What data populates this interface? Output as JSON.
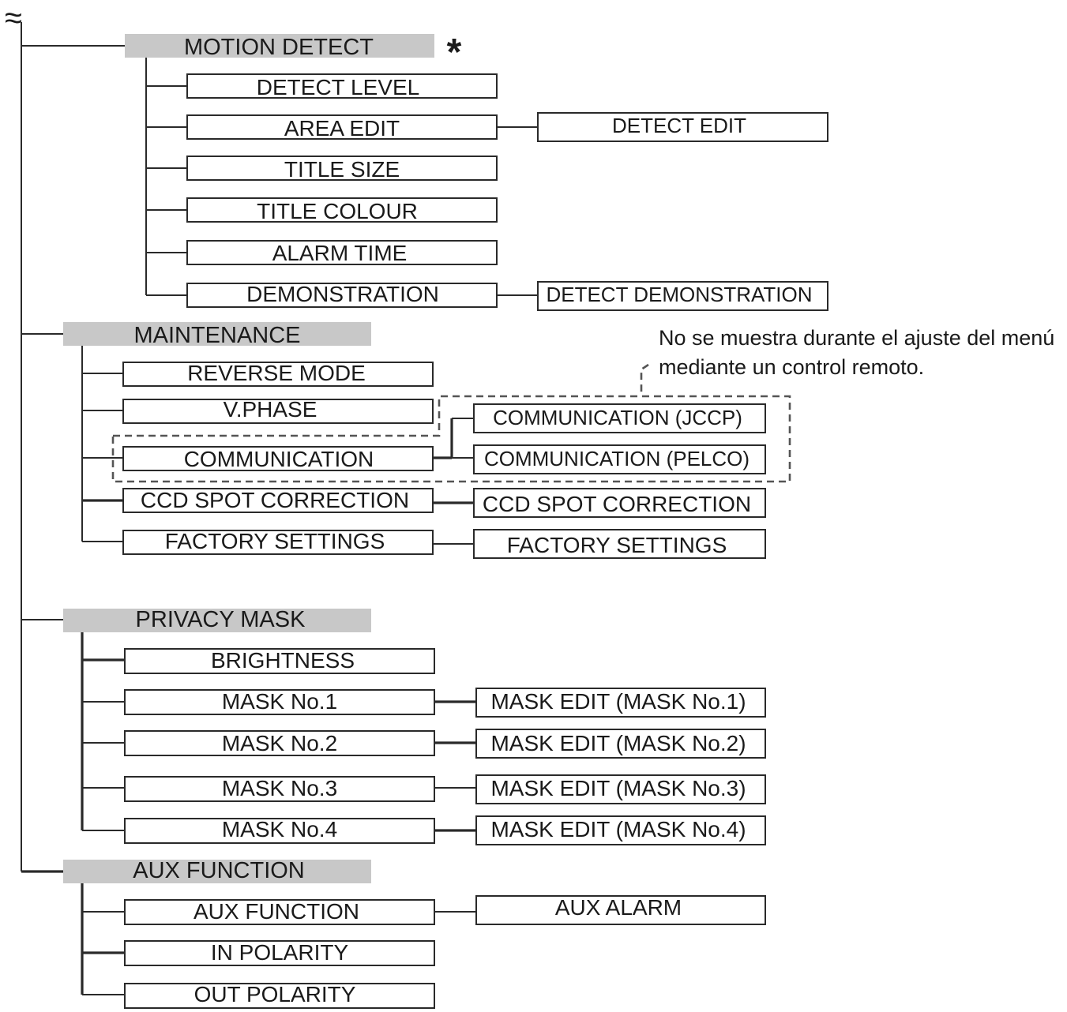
{
  "break_symbol": "≈",
  "asterisk": "*",
  "note": {
    "line1": "No se muestra durante el ajuste del menú",
    "line2": "mediante un control remoto."
  },
  "sections": {
    "motion_detect": {
      "title": "MOTION DETECT",
      "items": [
        "DETECT LEVEL",
        "AREA EDIT",
        "TITLE SIZE",
        "TITLE COLOUR",
        "ALARM TIME",
        "DEMONSTRATION"
      ],
      "sub": {
        "area_edit": "DETECT EDIT",
        "demonstration": "DETECT DEMONSTRATION"
      }
    },
    "maintenance": {
      "title": "MAINTENANCE",
      "items": [
        "REVERSE MODE",
        "V.PHASE",
        "COMMUNICATION",
        "CCD SPOT CORRECTION",
        "FACTORY SETTINGS"
      ],
      "sub": {
        "comm_jccp": "COMMUNICATION (JCCP)",
        "comm_pelco": "COMMUNICATION (PELCO)",
        "ccd": "CCD SPOT CORRECTION",
        "factory": "FACTORY SETTINGS"
      }
    },
    "privacy_mask": {
      "title": "PRIVACY MASK",
      "items": [
        "BRIGHTNESS",
        "MASK No.1",
        "MASK No.2",
        "MASK No.3",
        "MASK No.4"
      ],
      "sub": [
        "MASK EDIT (MASK No.1)",
        "MASK EDIT (MASK No.2)",
        "MASK EDIT (MASK No.3)",
        "MASK EDIT (MASK No.4)"
      ]
    },
    "aux_function": {
      "title": "AUX FUNCTION",
      "items": [
        "AUX FUNCTION",
        "IN POLARITY",
        "OUT POLARITY"
      ],
      "sub": {
        "aux_function": "AUX ALARM"
      }
    }
  }
}
